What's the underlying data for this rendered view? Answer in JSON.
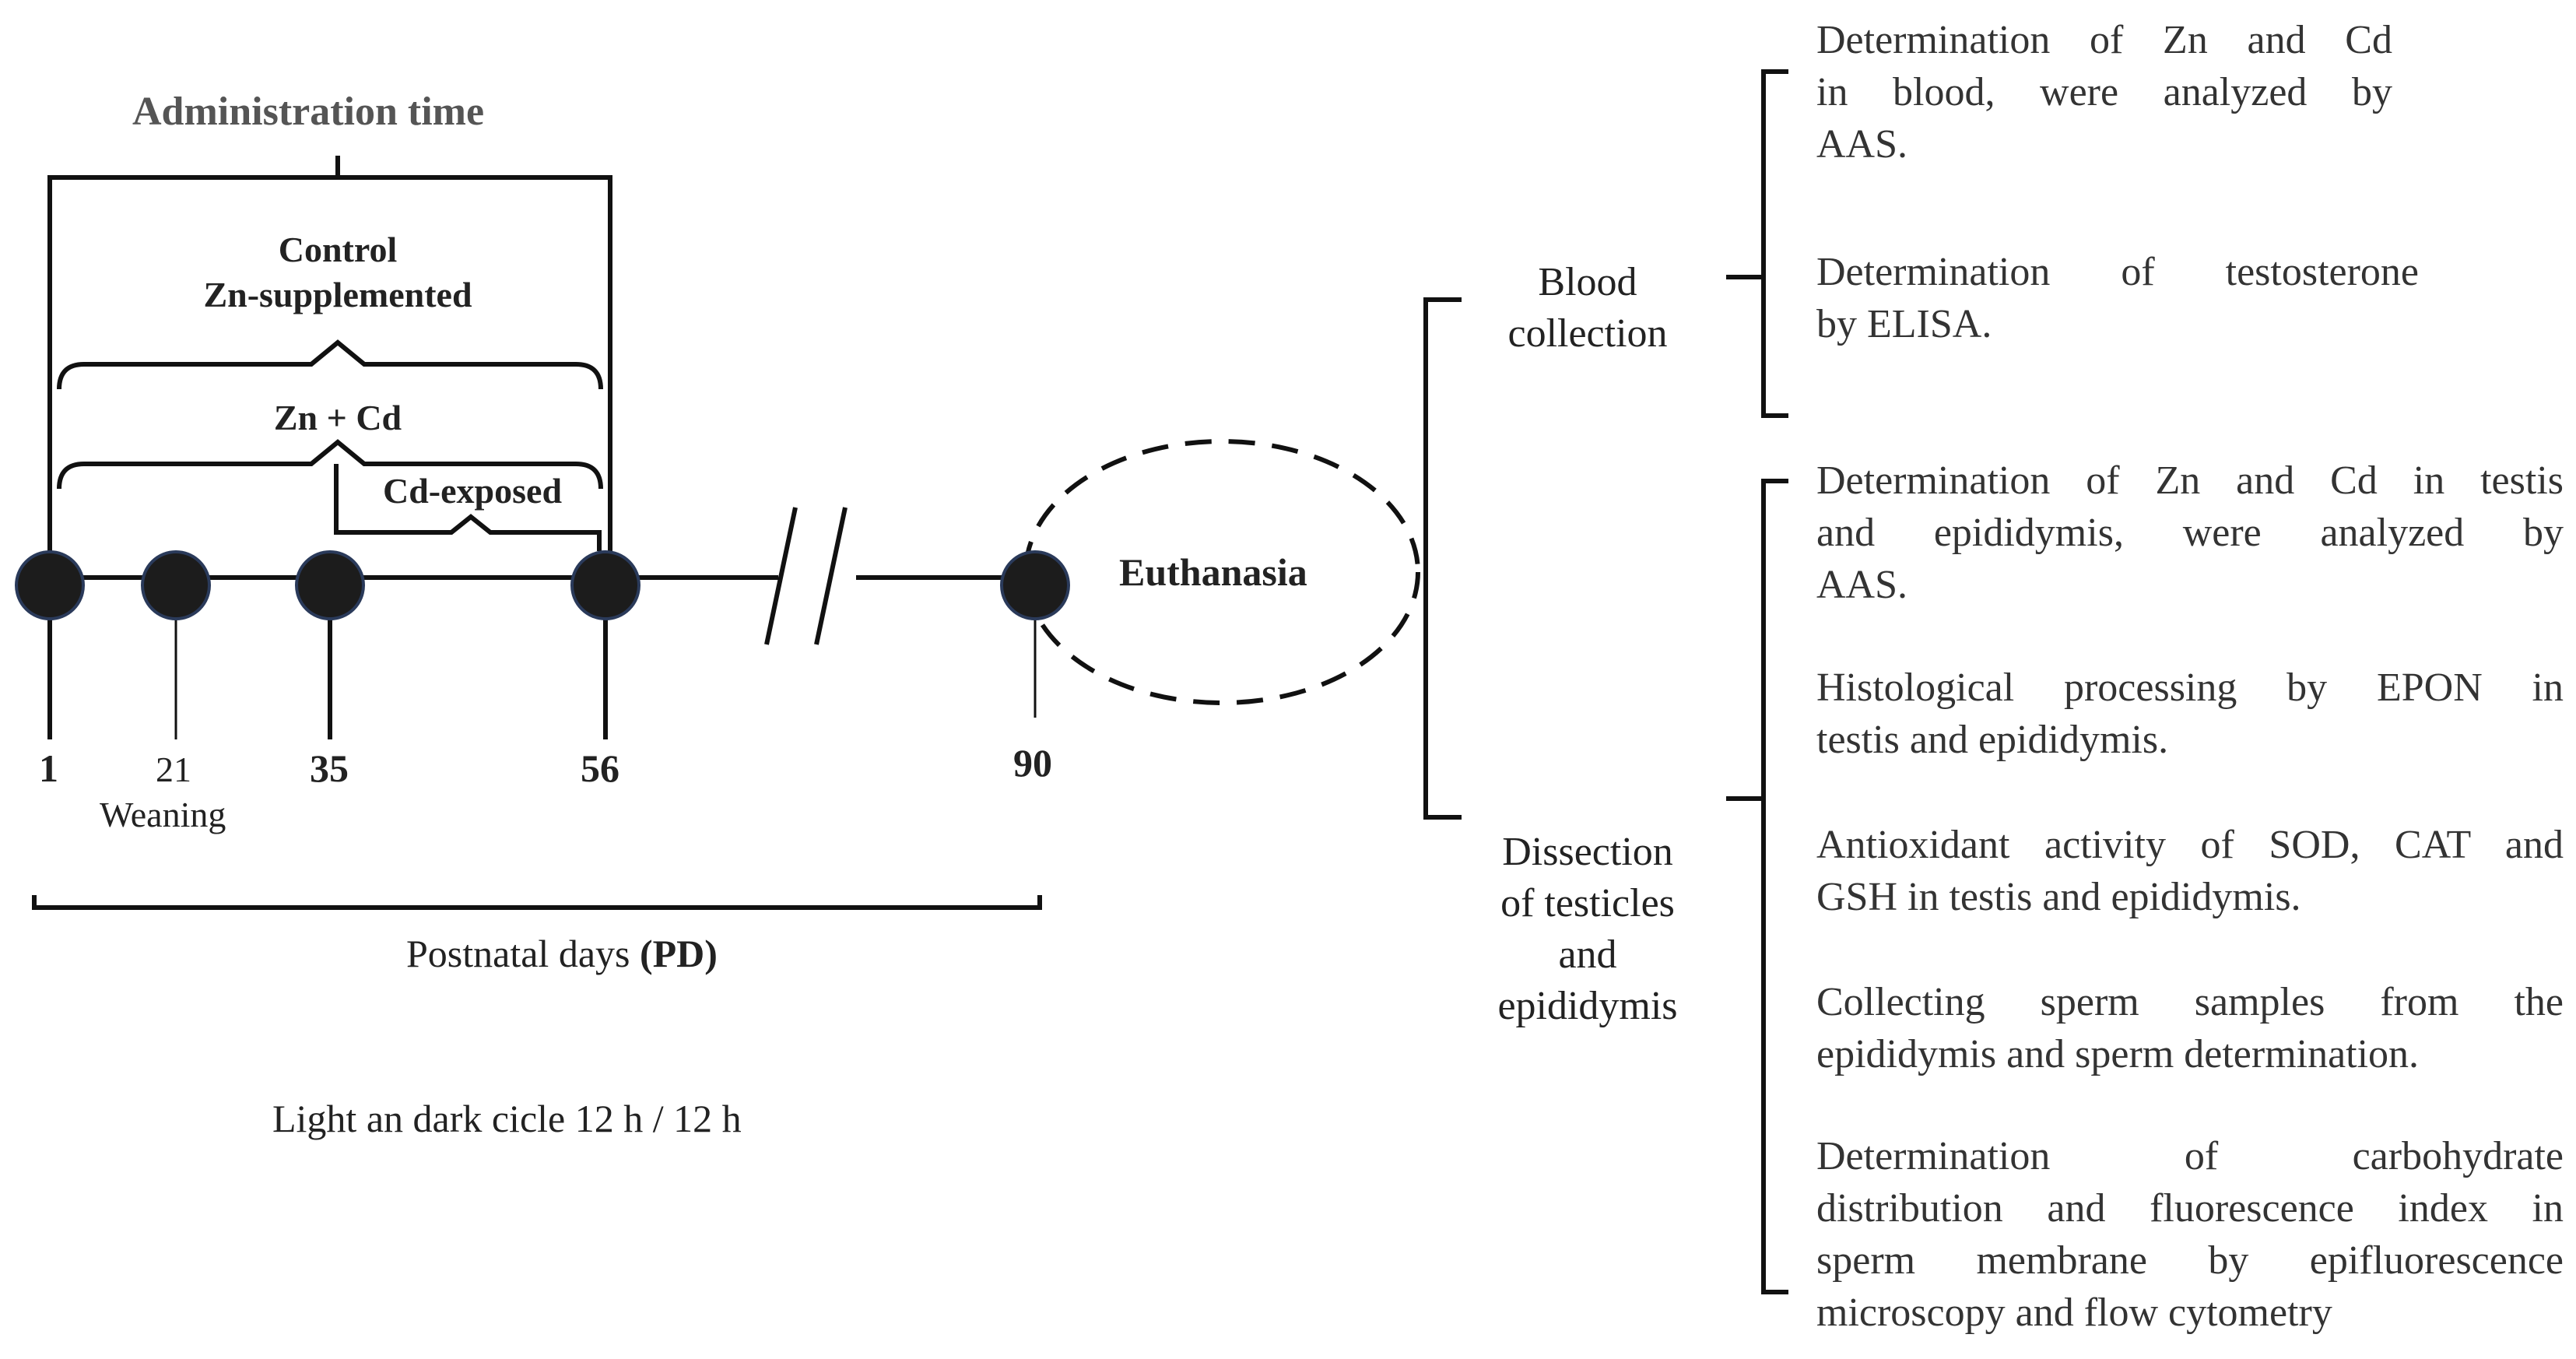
{
  "timeline": {
    "administration_time": "Administration time",
    "groups": {
      "control_line1": "Control",
      "control_line2": "Zn-supplemented",
      "zn_cd": "Zn + Cd",
      "cd_exposed": "Cd-exposed"
    },
    "days": [
      {
        "label": "1",
        "bold": true
      },
      {
        "label": "21",
        "bold": false,
        "sub": "Weaning"
      },
      {
        "label": "35",
        "bold": true
      },
      {
        "label": "56",
        "bold": true
      },
      {
        "label": "90",
        "bold": true
      }
    ],
    "euthanasia": "Euthanasia",
    "postnatal_prefix": "Postnatal days",
    "postnatal_abbr": "(PD)",
    "light_cycle": "Light an dark cicle 12 h / 12 h"
  },
  "branches": {
    "blood_line1": "Blood",
    "blood_line2": "collection",
    "dissection_lines": [
      "Dissection",
      "of testicles",
      "and",
      "epididymis"
    ]
  },
  "blood_items": [
    [
      "Determination of Zn and Cd",
      "in blood, were analyzed by",
      "AAS."
    ],
    [
      "Determination of testosterone",
      "by ELISA."
    ]
  ],
  "dissection_items": [
    [
      "Determination of Zn and Cd in testis",
      "and epididymis, were analyzed by",
      "AAS."
    ],
    [
      "Histological processing by EPON in",
      "testis and epididymis."
    ],
    [
      "Antioxidant activity of SOD, CAT and",
      "GSH in testis and epididymis."
    ],
    [
      "Collecting sperm samples from the",
      "epididymis and sperm determination."
    ],
    [
      "Determination of carbohydrate",
      "distribution and fluorescence index in",
      "sperm membrane by epifluorescence",
      "microscopy and flow cytometry"
    ]
  ]
}
